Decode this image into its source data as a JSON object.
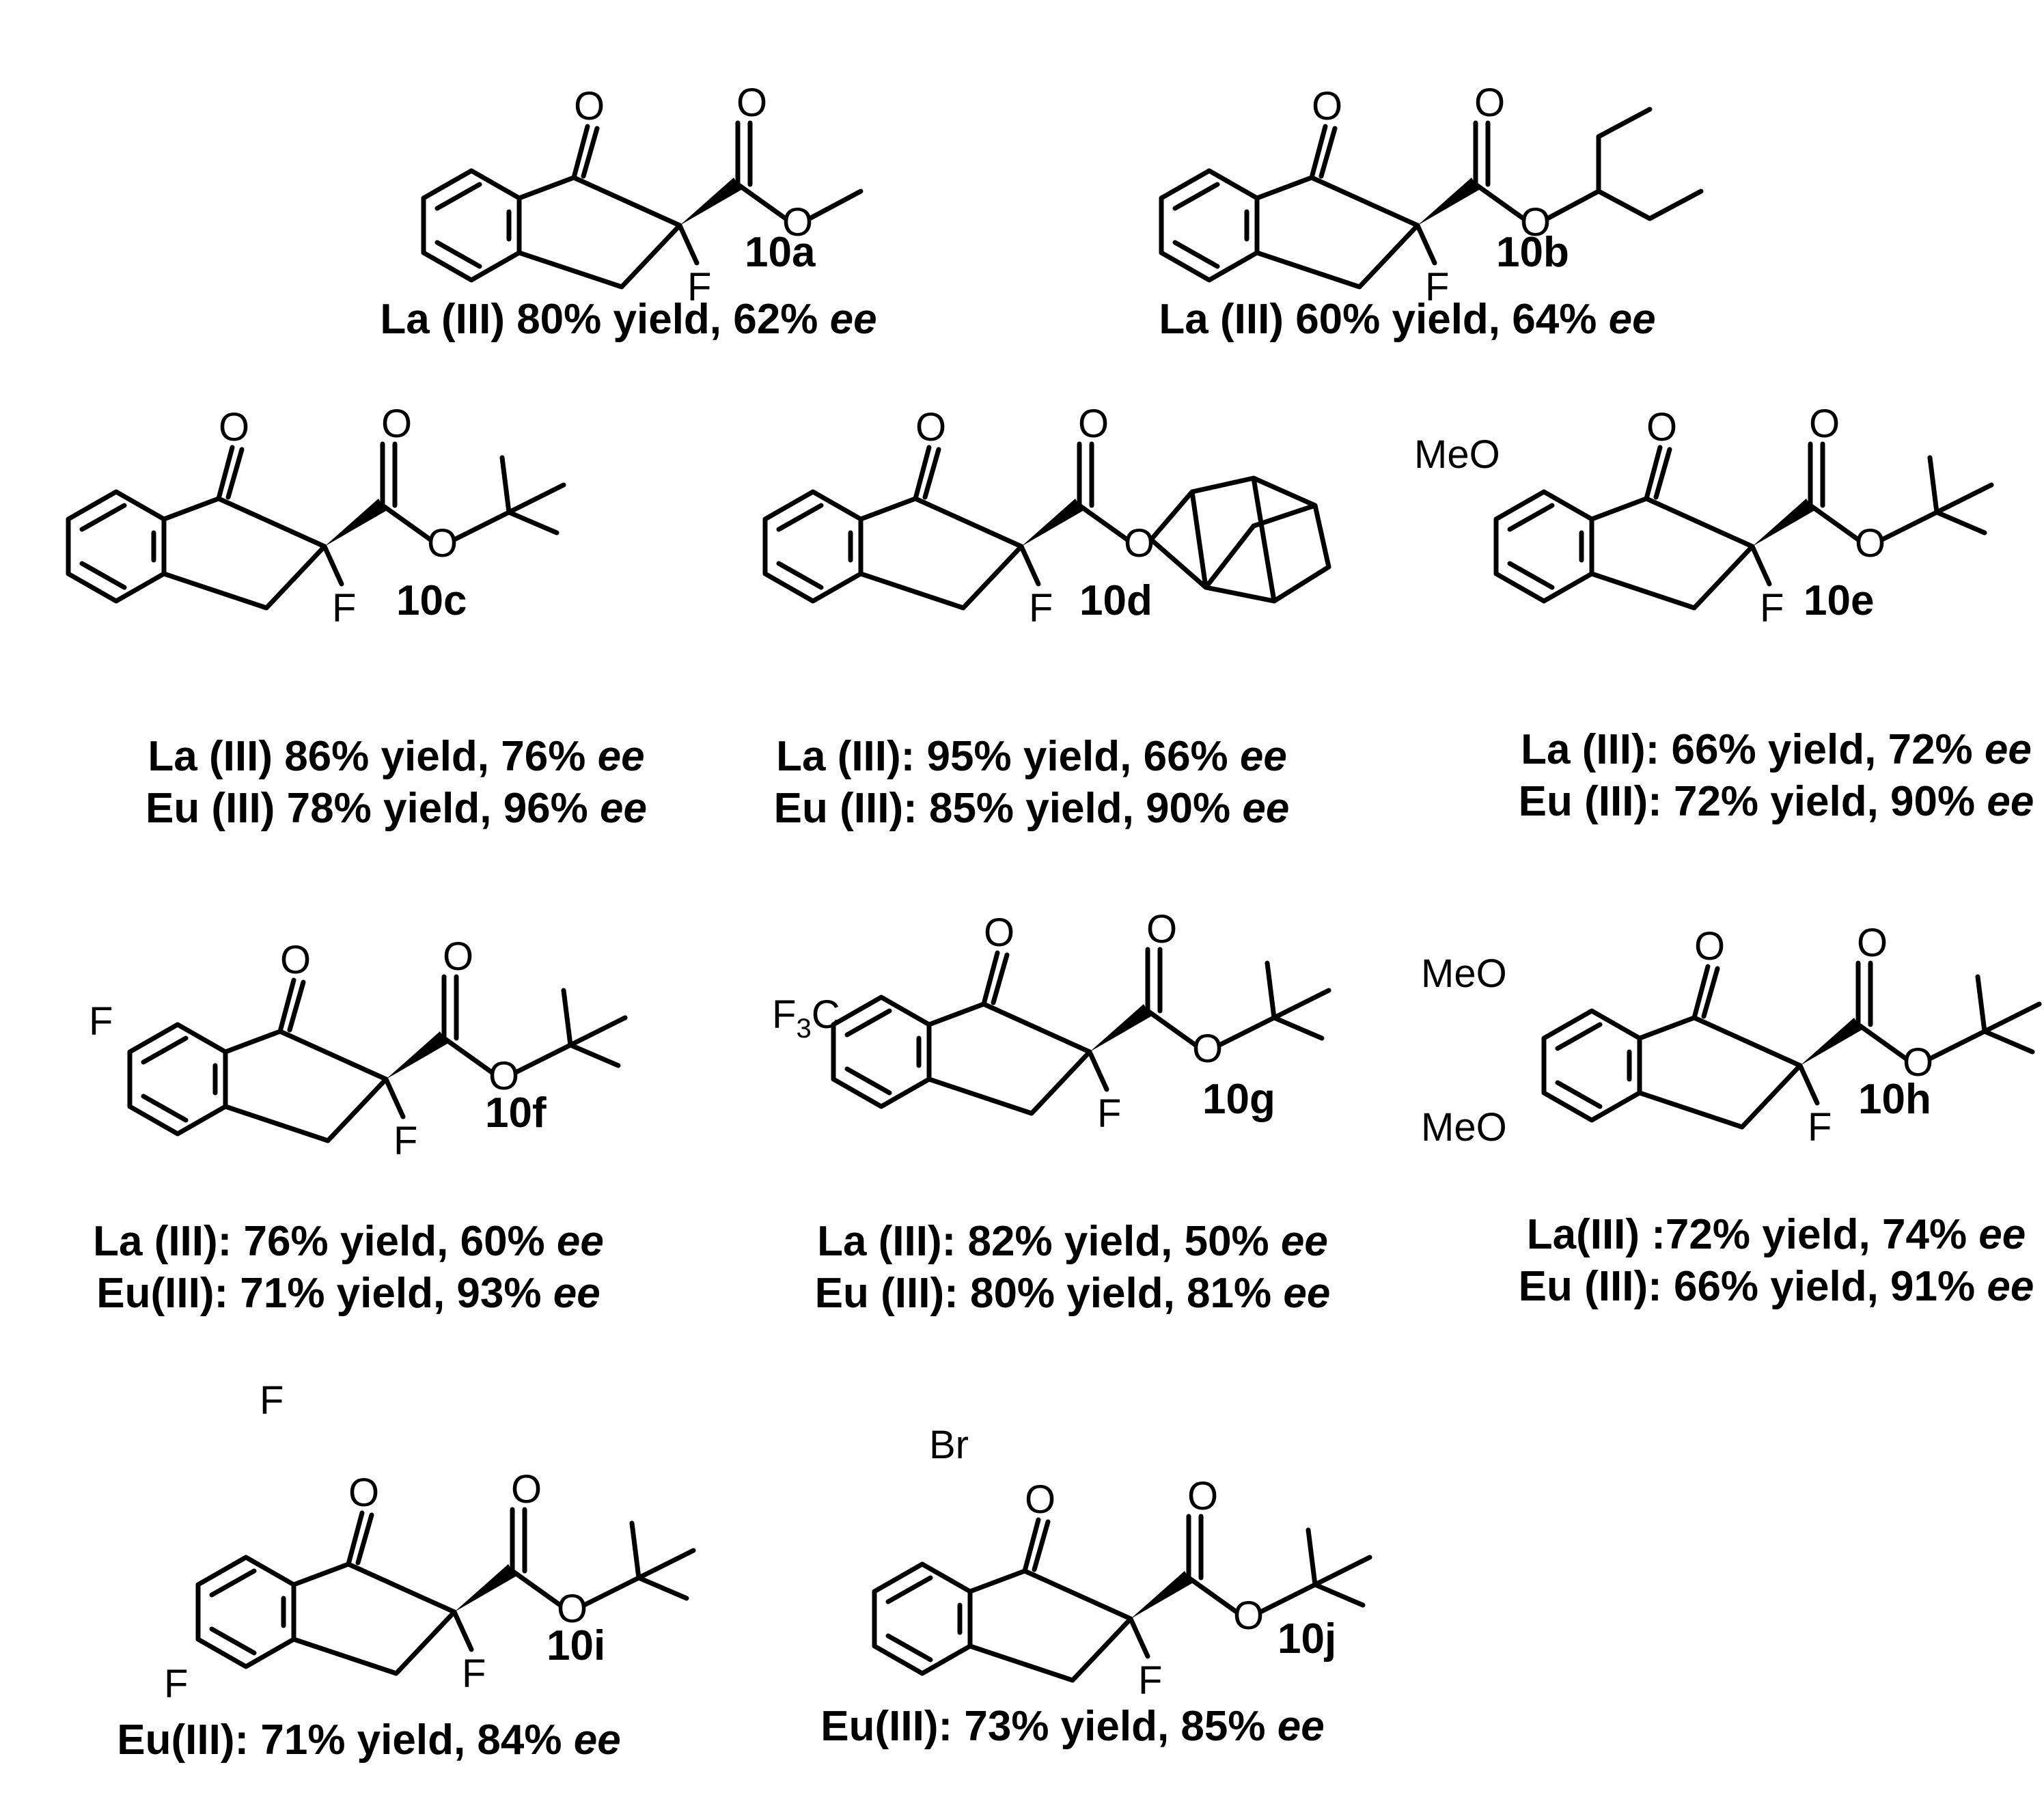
{
  "compounds": [
    {
      "id": "10a",
      "substituents": [],
      "ester": "methyl",
      "results": [
        {
          "metal": "La (III) ",
          "yield": "80% yield, ",
          "ee": "62%",
          "ee_unit": "ee"
        }
      ]
    },
    {
      "id": "10b",
      "substituents": [],
      "ester": "3-pentyl",
      "results": [
        {
          "metal": "La (III) ",
          "yield": "60% yield, ",
          "ee": "64%",
          "ee_unit": "ee"
        }
      ]
    },
    {
      "id": "10c",
      "substituents": [],
      "ester": "tert-butyl",
      "results": [
        {
          "metal": "La (III) ",
          "yield": "86% yield, ",
          "ee": "76%",
          "ee_unit": "ee"
        },
        {
          "metal": "Eu (III) ",
          "yield": "78% yield, ",
          "ee": "96%",
          "ee_unit": "ee"
        }
      ]
    },
    {
      "id": "10d",
      "substituents": [],
      "ester": "adamantyl",
      "results": [
        {
          "metal": "La (III): ",
          "yield": "95% yield, ",
          "ee": "66%",
          "ee_unit": "ee"
        },
        {
          "metal": "Eu (III): ",
          "yield": "85% yield, ",
          "ee": "90%",
          "ee_unit": "ee"
        }
      ]
    },
    {
      "id": "10e",
      "substituents": [
        {
          "text": "MeO"
        }
      ],
      "ester": "tert-butyl",
      "results": [
        {
          "metal": "La (III): ",
          "yield": "66% yield, ",
          "ee": "72%",
          "ee_unit": "ee"
        },
        {
          "metal": "Eu (III): ",
          "yield": "72% yield, ",
          "ee": "90%",
          "ee_unit": "ee"
        }
      ]
    },
    {
      "id": "10f",
      "substituents": [
        {
          "text": "F"
        }
      ],
      "ester": "tert-butyl",
      "results": [
        {
          "metal": "La (III): ",
          "yield": "76% yield, ",
          "ee": "60%",
          "ee_unit": "ee"
        },
        {
          "metal": "Eu(III): ",
          "yield": "71% yield, ",
          "ee": "93%",
          "ee_unit": "ee"
        }
      ]
    },
    {
      "id": "10g",
      "substituents": [
        {
          "text": "F3C"
        }
      ],
      "ester": "tert-butyl",
      "results": [
        {
          "metal": "La (III): ",
          "yield": "82% yield, ",
          "ee": "50%",
          "ee_unit": "ee"
        },
        {
          "metal": "Eu (III): ",
          "yield": "80% yield, ",
          "ee": "81%",
          "ee_unit": "ee"
        }
      ]
    },
    {
      "id": "10h",
      "substituents": [
        {
          "text": "MeO"
        },
        {
          "text": "MeO"
        }
      ],
      "ester": "tert-butyl",
      "results": [
        {
          "metal": "La(III) :",
          "yield": "72% yield, ",
          "ee": "74%",
          "ee_unit": "ee"
        },
        {
          "metal": "Eu (III): ",
          "yield": "66% yield, ",
          "ee": "91%",
          "ee_unit": "ee"
        }
      ]
    },
    {
      "id": "10i",
      "substituents": [
        {
          "text": "F"
        },
        {
          "text": "F"
        }
      ],
      "ester": "tert-butyl",
      "results": [
        {
          "metal": "Eu(III): ",
          "yield": "71% yield, ",
          "ee": "84%",
          "ee_unit": "ee"
        }
      ]
    },
    {
      "id": "10j",
      "substituents": [
        {
          "text": "Br"
        }
      ],
      "ester": "tert-butyl",
      "results": [
        {
          "metal": "Eu(III): ",
          "yield": "73% yield, ",
          "ee": "85%",
          "ee_unit": "ee"
        }
      ]
    }
  ],
  "atoms": {
    "O": "O",
    "F": "F",
    "F3": "F",
    "sub3": "3",
    "C": "C"
  }
}
